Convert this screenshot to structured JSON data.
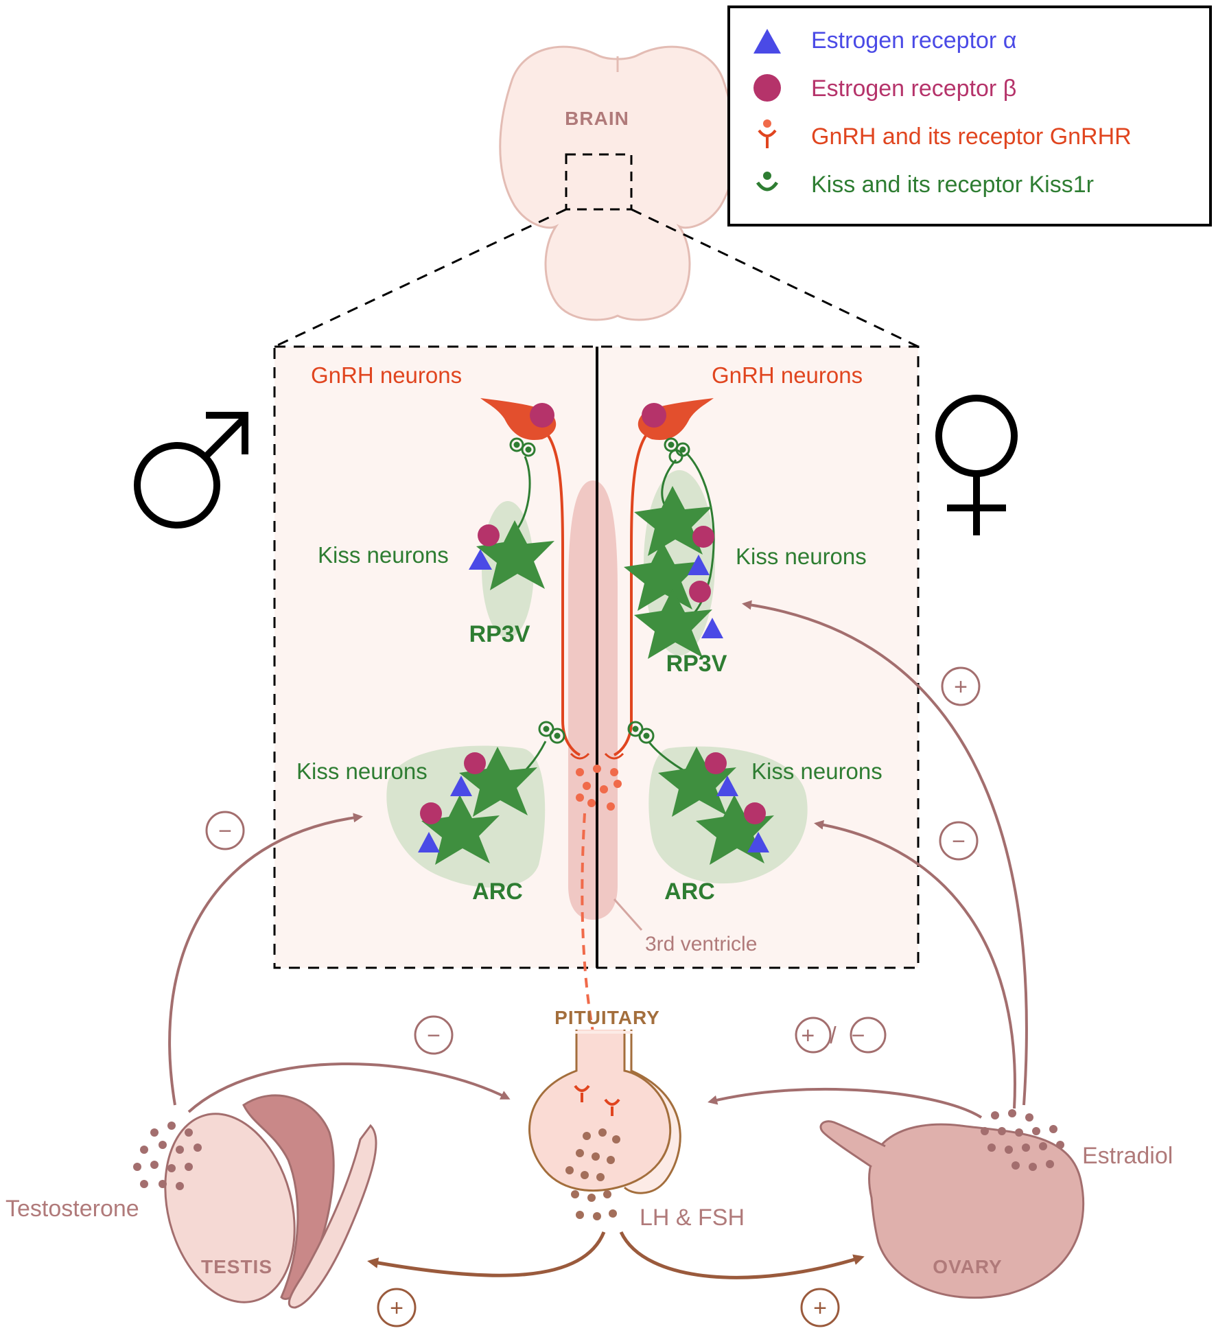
{
  "legend": {
    "items": [
      {
        "label": "Estrogen receptor α",
        "color": "#4a4ae6",
        "icon": "blue-triangle-icon"
      },
      {
        "label": "Estrogen receptor β",
        "color": "#b5336a",
        "icon": "magenta-circle-icon"
      },
      {
        "label": "GnRH and its receptor GnRHR",
        "color": "#e0451f",
        "icon": "gnrh-receptor-icon"
      },
      {
        "label": "Kiss and its receptor Kiss1r",
        "color": "#2e7d32",
        "icon": "kiss-receptor-icon"
      }
    ]
  },
  "brain": {
    "label": "BRAIN"
  },
  "male": {
    "gnrh_label": "GnRH neurons",
    "kiss_upper_label": "Kiss neurons",
    "kiss_lower_label": "Kiss neurons",
    "rp3v_label": "RP3V",
    "arc_label": "ARC",
    "symbol": "male-symbol-icon"
  },
  "female": {
    "gnrh_label": "GnRH neurons",
    "kiss_upper_label": "Kiss neurons",
    "kiss_lower_label": "Kiss neurons",
    "rp3v_label": "RP3V",
    "arc_label": "ARC",
    "symbol": "female-symbol-icon"
  },
  "ventricle_label": "3rd ventricle",
  "pituitary": {
    "label": "PITUITARY",
    "hormones": "LH & FSH"
  },
  "testis": {
    "label": "TESTIS",
    "hormone": "Testosterone"
  },
  "ovary": {
    "label": "OVARY",
    "hormone": "Estradiol"
  },
  "signs": {
    "testosterone_to_arc": "−",
    "testosterone_to_pituitary": "−",
    "estradiol_to_pituitary": "+/−",
    "estradiol_to_rp3v": "+",
    "estradiol_to_arc": "−",
    "pituitary_to_testis": "+",
    "pituitary_to_ovary": "+"
  },
  "colors": {
    "gnrh": "#e0451f",
    "kiss": "#2e7d32",
    "er_alpha": "#4a4ae6",
    "er_beta": "#b5336a",
    "feedback": "#a36e6e",
    "panel_bg": "#fdf4f1"
  }
}
